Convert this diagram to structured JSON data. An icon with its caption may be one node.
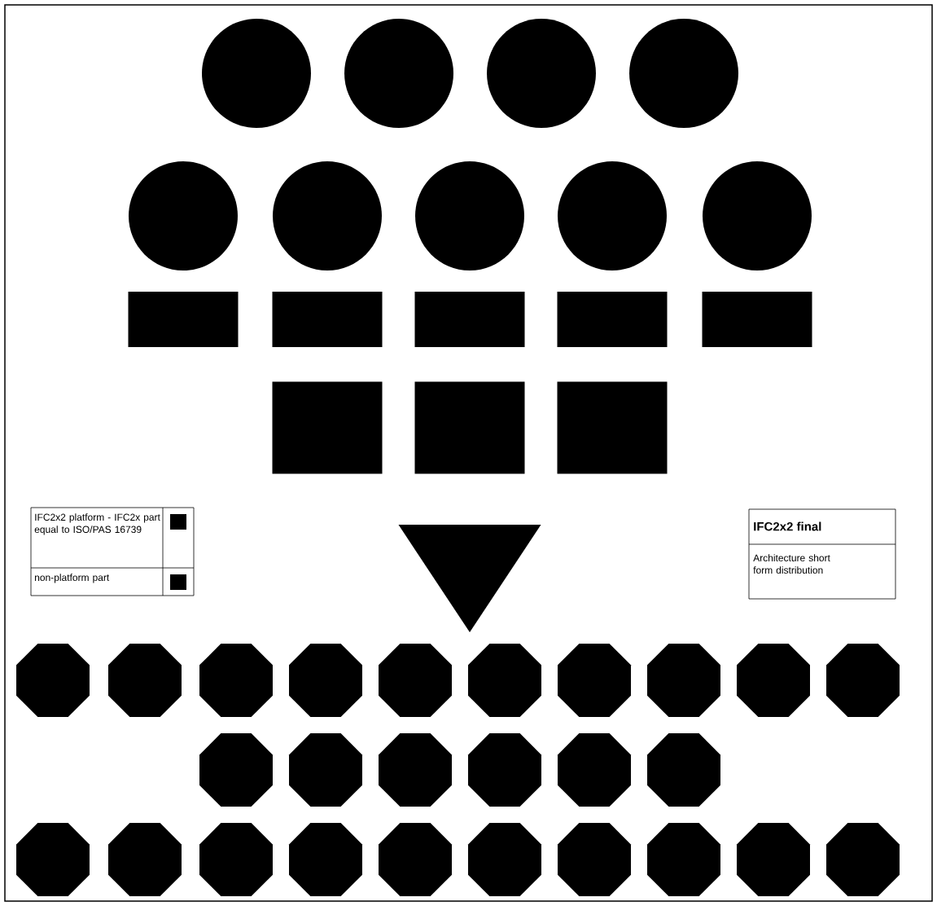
{
  "diagram": {
    "nodes": [
      {
        "text": [],
        "shape": "circle"
      },
      {
        "text": [],
        "shape": "circle"
      },
      {
        "text": [],
        "shape": "circle"
      },
      {
        "text": [],
        "shape": "circle"
      },
      {
        "text": [],
        "shape": "circle"
      },
      {
        "text": [],
        "shape": "circle"
      },
      {
        "text": [],
        "shape": "circle"
      },
      {
        "text": [],
        "shape": "circle"
      },
      {
        "text": [],
        "shape": "circle"
      },
      {
        "text": [],
        "shape": "box"
      },
      {
        "text": [],
        "shape": "box"
      },
      {
        "text": [],
        "shape": "box"
      },
      {
        "text": [],
        "shape": "box"
      },
      {
        "text": [],
        "shape": "box"
      },
      {
        "text": [],
        "shape": "box"
      },
      {
        "text": [],
        "shape": "box"
      },
      {
        "text": [],
        "shape": "box"
      },
      {
        "text": [],
        "shape": "triangle"
      },
      {
        "text": [
          "IFC2x2 final",
          "Architecture short form distribution"
        ]
      },
      {
        "text": [],
        "shape": "octagon"
      },
      {
        "text": [],
        "shape": "octagon"
      },
      {
        "text": [],
        "shape": "octagon"
      },
      {
        "text": [],
        "shape": "octagon"
      },
      {
        "text": [],
        "shape": "octagon"
      },
      {
        "text": [],
        "shape": "octagon"
      },
      {
        "text": [],
        "shape": "octagon"
      },
      {
        "text": [],
        "shape": "octagon"
      },
      {
        "text": [],
        "shape": "octagon"
      },
      {
        "text": [],
        "shape": "octagon"
      },
      {
        "text": [],
        "shape": "octagon"
      },
      {
        "text": [],
        "shape": "octagon"
      },
      {
        "text": [],
        "shape": "octagon"
      },
      {
        "text": [],
        "shape": "octagon"
      },
      {
        "text": [],
        "shape": "octagon"
      },
      {
        "text": [],
        "shape": "octagon"
      },
      {
        "text": [],
        "shape": "octagon"
      },
      {
        "text": [],
        "shape": "octagon"
      },
      {
        "text": [],
        "shape": "octagon"
      },
      {
        "text": [],
        "shape": "octagon"
      },
      {
        "text": [],
        "shape": "octagon"
      },
      {
        "text": [],
        "shape": "octagon"
      },
      {
        "text": [],
        "shape": "octagon"
      },
      {
        "text": [],
        "shape": "octagon"
      },
      {
        "text": [],
        "shape": "octagon"
      },
      {
        "text": [],
        "shape": "octagon"
      }
    ],
    "edges": [],
    "legend": [
      {
        "text": "IFC2x2 platform - IFC2x part equal to ISO/PAS 16739",
        "color": "#000000"
      },
      {
        "text": "non-platform part",
        "color": "#000000"
      }
    ]
  }
}
